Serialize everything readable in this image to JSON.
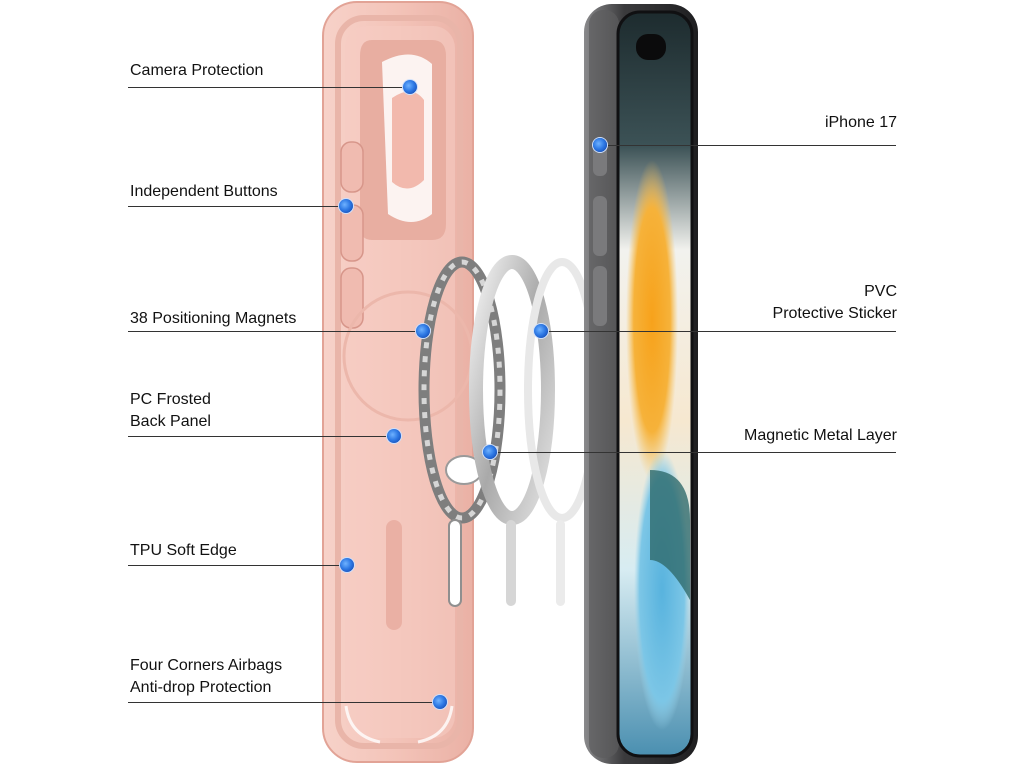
{
  "colors": {
    "case": "#f3c3b8",
    "case_edge": "#e7aa9d",
    "phone_frame": "#3d3d3f",
    "screen_top": "#2a3b3d",
    "accent_orange": "#f59a1f",
    "accent_blue": "#66b8e0",
    "callout_dot": "#2f7ae5",
    "leader_line": "#333333"
  },
  "icons": {
    "callout_marker": "blue-dot-icon"
  },
  "callouts": {
    "left": [
      {
        "id": "camera-protection",
        "lines": [
          "Camera Protection"
        ]
      },
      {
        "id": "independent-buttons",
        "lines": [
          "Independent Buttons"
        ]
      },
      {
        "id": "positioning-magnets",
        "lines": [
          "38 Positioning Magnets"
        ]
      },
      {
        "id": "pc-back-panel",
        "lines": [
          "PC Frosted",
          "Back Panel"
        ]
      },
      {
        "id": "tpu-soft-edge",
        "lines": [
          "TPU Soft Edge"
        ]
      },
      {
        "id": "corner-airbags",
        "lines": [
          "Four Corners Airbags",
          "Anti-drop Protection"
        ]
      }
    ],
    "right": [
      {
        "id": "iphone-17",
        "lines": [
          "iPhone 17"
        ]
      },
      {
        "id": "pvc-sticker",
        "lines": [
          "PVC",
          "Protective Sticker"
        ]
      },
      {
        "id": "metal-layer",
        "lines": [
          "Magnetic Metal Layer"
        ]
      }
    ]
  }
}
